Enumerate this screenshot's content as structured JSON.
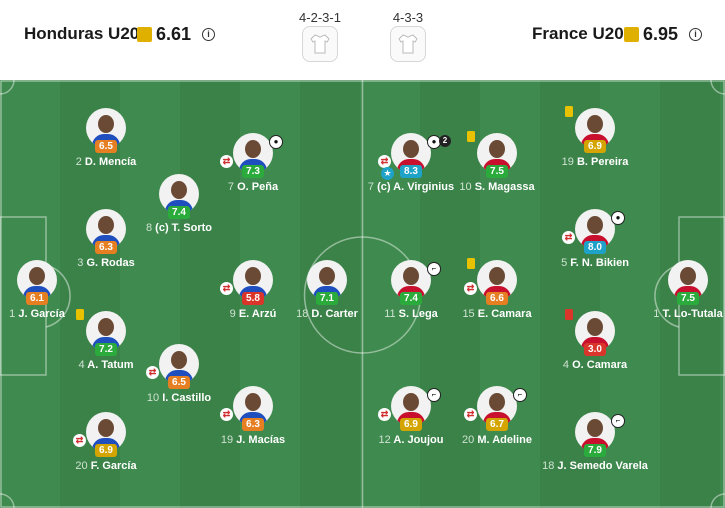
{
  "header": {
    "home": {
      "name": "Honduras U20",
      "rating": "6.61",
      "formation": "4-2-3-1"
    },
    "away": {
      "name": "France U20",
      "rating": "6.95",
      "formation": "4-3-3"
    },
    "info_symbol": "i"
  },
  "colors": {
    "pitch": "#3f8a4e",
    "rating_green": "#2bab3c",
    "rating_orange": "#e67e22",
    "rating_yellow": "#d4a500",
    "rating_red": "#d9352b",
    "yellow_card": "#e8c200",
    "red_card": "#d9352b"
  },
  "home_players": [
    {
      "number": "1",
      "name": "J. García",
      "rating": "6.1",
      "rating_color": "#e67e22",
      "kit": "#1f4fbf"
    },
    {
      "number": "2",
      "name": "D. Mencía",
      "rating": "6.5",
      "rating_color": "#e67e22",
      "kit": "#1f4fbf"
    },
    {
      "number": "3",
      "name": "G. Rodas",
      "rating": "6.3",
      "rating_color": "#e67e22",
      "kit": "#1f4fbf"
    },
    {
      "number": "4",
      "name": "A. Tatum",
      "rating": "7.2",
      "rating_color": "#2bab3c",
      "kit": "#1f4fbf",
      "yellow_card": true
    },
    {
      "number": "20",
      "name": "F. García",
      "rating": "6.9",
      "rating_color": "#d4a500",
      "kit": "#1f4fbf",
      "sub": true
    },
    {
      "number": "8",
      "name": "(c) T. Sorto",
      "rating": "7.4",
      "rating_color": "#2bab3c",
      "kit": "#1f4fbf"
    },
    {
      "number": "10",
      "name": "I. Castillo",
      "rating": "6.5",
      "rating_color": "#e67e22",
      "kit": "#1f4fbf",
      "sub": true
    },
    {
      "number": "7",
      "name": "O. Peña",
      "rating": "7.3",
      "rating_color": "#2bab3c",
      "kit": "#1f4fbf",
      "sub": true,
      "goal": true
    },
    {
      "number": "9",
      "name": "E. Arzú",
      "rating": "5.8",
      "rating_color": "#d9352b",
      "kit": "#1f4fbf",
      "sub": true
    },
    {
      "number": "19",
      "name": "J. Macías",
      "rating": "6.3",
      "rating_color": "#e67e22",
      "kit": "#1f4fbf",
      "sub": true
    },
    {
      "number": "18",
      "name": "D. Carter",
      "rating": "7.1",
      "rating_color": "#2bab3c",
      "kit": "#1f4fbf"
    }
  ],
  "away_players": [
    {
      "number": "1",
      "name": "T. Lo-Tutala",
      "rating": "7.5",
      "rating_color": "#2bab3c",
      "kit": "#c8102e"
    },
    {
      "number": "19",
      "name": "B. Pereira",
      "rating": "6.9",
      "rating_color": "#d4a500",
      "kit": "#c8102e",
      "yellow_card": true
    },
    {
      "number": "5",
      "name": "F. N. Bikien",
      "rating": "8.0",
      "rating_color": "#1fa2c8",
      "kit": "#c8102e",
      "sub": true,
      "goal": true
    },
    {
      "number": "4",
      "name": "O. Camara",
      "rating": "3.0",
      "rating_color": "#d9352b",
      "kit": "#c8102e",
      "red_card": true
    },
    {
      "number": "18",
      "name": "J. Semedo Varela",
      "rating": "7.9",
      "rating_color": "#2bab3c",
      "kit": "#c8102e",
      "assist": true
    },
    {
      "number": "10",
      "name": "S. Magassa",
      "rating": "7.5",
      "rating_color": "#2bab3c",
      "kit": "#c8102e",
      "yellow_card": true
    },
    {
      "number": "15",
      "name": "E. Camara",
      "rating": "6.6",
      "rating_color": "#e67e22",
      "kit": "#c8102e",
      "sub": true,
      "yellow_card": true
    },
    {
      "number": "20",
      "name": "M. Adeline",
      "rating": "6.7",
      "rating_color": "#d4a500",
      "kit": "#c8102e",
      "sub": true,
      "assist": true
    },
    {
      "number": "7",
      "name": "(c) A. Virginius",
      "rating": "8.3",
      "rating_color": "#1fa2c8",
      "kit": "#c8102e",
      "sub": true,
      "goal": true,
      "goals": "2",
      "star": true
    },
    {
      "number": "11",
      "name": "S. Lega",
      "rating": "7.4",
      "rating_color": "#2bab3c",
      "kit": "#c8102e",
      "assist": true
    },
    {
      "number": "12",
      "name": "A. Joujou",
      "rating": "6.9",
      "rating_color": "#d4a500",
      "kit": "#c8102e",
      "sub": true,
      "assist": true
    }
  ],
  "icons": {
    "sub": "sub-arrows-icon",
    "goal": "goal-ball-icon",
    "assist": "assist-boot-icon",
    "captain": "star-icon"
  }
}
